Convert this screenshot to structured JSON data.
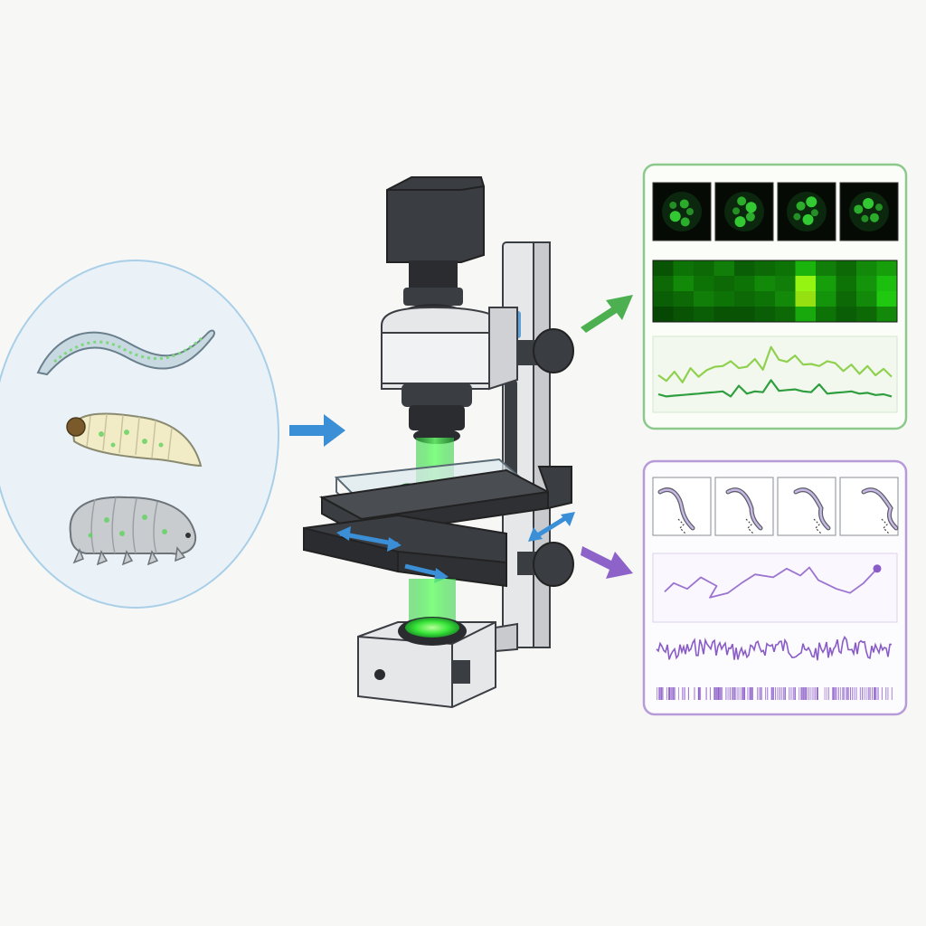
{
  "title": "",
  "colors": {
    "background": "#f7f7f6",
    "organism_panel_fill": "#eaf2f8",
    "organism_panel_stroke": "#a9cfe8",
    "flow_arrow": "#3a8fd6",
    "calcium_panel_stroke": "#8cc98a",
    "calcium_arrow": "#4caf50",
    "behavior_panel_stroke": "#b79ad8",
    "behavior_arrow": "#8e63c9",
    "fluorescence_green": "#39e639",
    "behavior_purple": "#8a5cc8",
    "microscope_dark": "#3a3d42",
    "microscope_light": "#e6e7e9"
  },
  "organisms": [
    {
      "name": "nematode-worm",
      "icon": "worm-icon"
    },
    {
      "name": "insect-larva",
      "icon": "larva-icon"
    },
    {
      "name": "tardigrade",
      "icon": "tardigrade-icon"
    }
  ],
  "calcium_panel": {
    "frame_count": 4,
    "heatmap": {
      "rows": 4,
      "cols": 12,
      "intensity": [
        [
          0.2,
          0.35,
          0.3,
          0.4,
          0.25,
          0.3,
          0.35,
          0.65,
          0.4,
          0.3,
          0.45,
          0.55
        ],
        [
          0.3,
          0.45,
          0.35,
          0.3,
          0.35,
          0.45,
          0.4,
          0.95,
          0.55,
          0.35,
          0.5,
          0.7
        ],
        [
          0.25,
          0.3,
          0.4,
          0.35,
          0.3,
          0.35,
          0.45,
          0.85,
          0.5,
          0.3,
          0.45,
          0.75
        ],
        [
          0.15,
          0.2,
          0.25,
          0.2,
          0.2,
          0.25,
          0.3,
          0.6,
          0.35,
          0.25,
          0.3,
          0.45
        ]
      ]
    },
    "traces": [
      {
        "color": "#8fd14f",
        "values": [
          0.45,
          0.42,
          0.5,
          0.4,
          0.55,
          0.48,
          0.52,
          0.62,
          0.58,
          0.7,
          0.55,
          0.62,
          0.68,
          0.58,
          0.85,
          0.72,
          0.64,
          0.78,
          0.6,
          0.66,
          0.58,
          0.7,
          0.62,
          0.56,
          0.6,
          0.52,
          0.58,
          0.5,
          0.54,
          0.48
        ]
      },
      {
        "color": "#2e9e3e",
        "values": [
          0.18,
          0.2,
          0.16,
          0.22,
          0.18,
          0.24,
          0.2,
          0.26,
          0.22,
          0.2,
          0.3,
          0.24,
          0.22,
          0.26,
          0.38,
          0.28,
          0.24,
          0.3,
          0.22,
          0.26,
          0.32,
          0.24,
          0.2,
          0.26,
          0.22,
          0.24,
          0.2,
          0.22,
          0.18,
          0.2
        ]
      }
    ]
  },
  "behavior_panel": {
    "frame_count": 4,
    "trajectory": [
      [
        0.02,
        0.6
      ],
      [
        0.06,
        0.45
      ],
      [
        0.12,
        0.55
      ],
      [
        0.18,
        0.35
      ],
      [
        0.25,
        0.5
      ],
      [
        0.22,
        0.7
      ],
      [
        0.3,
        0.62
      ],
      [
        0.36,
        0.45
      ],
      [
        0.42,
        0.3
      ],
      [
        0.5,
        0.35
      ],
      [
        0.56,
        0.2
      ],
      [
        0.62,
        0.32
      ],
      [
        0.66,
        0.18
      ],
      [
        0.7,
        0.4
      ],
      [
        0.78,
        0.55
      ],
      [
        0.84,
        0.62
      ],
      [
        0.9,
        0.45
      ],
      [
        0.96,
        0.2
      ]
    ],
    "signal_seed": 7,
    "barcode_count": 120
  }
}
